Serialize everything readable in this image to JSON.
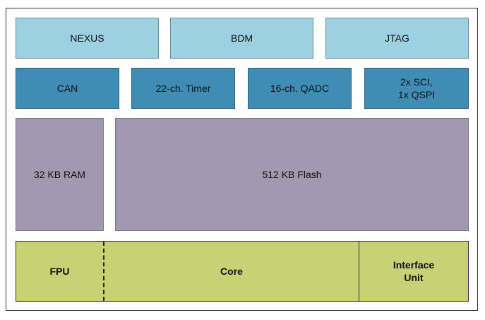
{
  "row1": [
    "NEXUS",
    "BDM",
    "JTAG"
  ],
  "row2": [
    "CAN",
    "22-ch. Timer",
    "16-ch. QADC",
    "2x SCI,\n1x QSPI"
  ],
  "memory": {
    "ram": "32 KB RAM",
    "flash": "512 KB Flash"
  },
  "core_row": {
    "fpu": "FPU",
    "core": "Core",
    "interface": "Interface\nUnit"
  },
  "colors": {
    "debug_blocks": "#9dd0e0",
    "peripheral_blocks": "#3f8db5",
    "memory_blocks": "#a298b0",
    "core_blocks": "#c8d275"
  }
}
